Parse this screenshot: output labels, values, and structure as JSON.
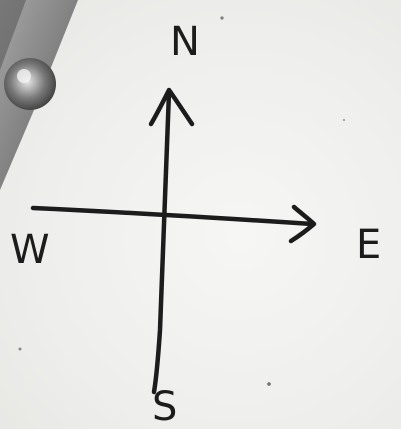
{
  "compass": {
    "north_label": "N",
    "south_label": "S",
    "east_label": "E",
    "west_label": "W"
  },
  "colors": {
    "paper": "#f1f1ef",
    "ink": "#1c1c1c",
    "pencil_dark": "#6d6d6d",
    "pencil_light": "#bdbdbd"
  }
}
